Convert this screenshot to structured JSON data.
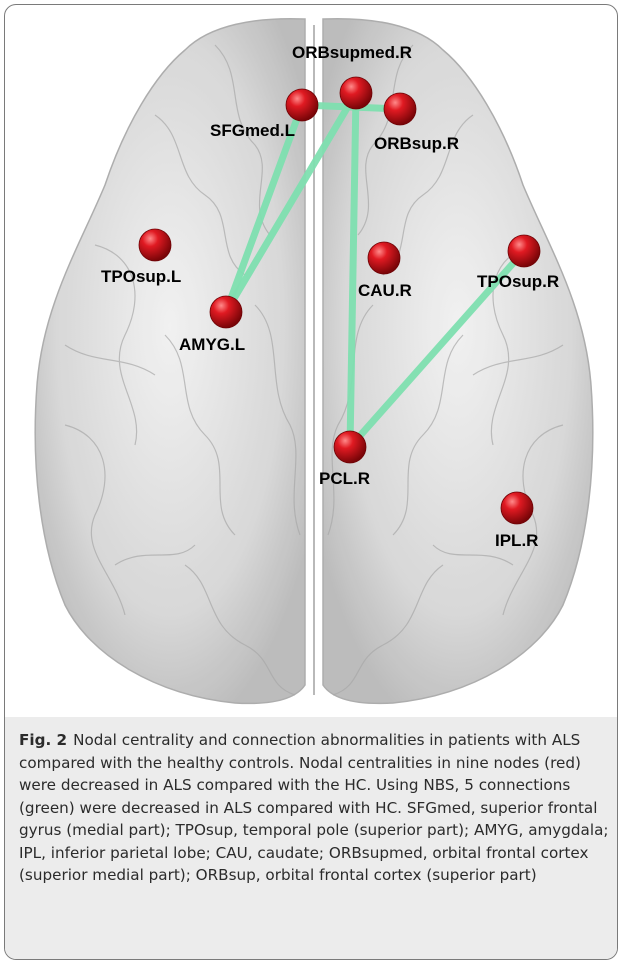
{
  "figure": {
    "nodes": [
      {
        "id": "ORBsupmed.R",
        "label": "ORBsupmed.R"
      },
      {
        "id": "SFGmed.L",
        "label": "SFGmed.L"
      },
      {
        "id": "ORBsup.R",
        "label": "ORBsup.R"
      },
      {
        "id": "TPOsup.L",
        "label": "TPOsup.L"
      },
      {
        "id": "CAU.R",
        "label": "CAU.R"
      },
      {
        "id": "TPOsup.R",
        "label": "TPOsup.R"
      },
      {
        "id": "AMYG.L",
        "label": "AMYG.L"
      },
      {
        "id": "PCL.R",
        "label": "PCL.R"
      },
      {
        "id": "IPL.R",
        "label": "IPL.R"
      }
    ],
    "connections": [
      [
        "SFGmed.L",
        "AMYG.L"
      ],
      [
        "ORBsupmed.R",
        "AMYG.L"
      ],
      [
        "SFGmed.L",
        "ORBsup.R"
      ],
      [
        "ORBsupmed.R",
        "PCL.R"
      ],
      [
        "TPOsup.R",
        "PCL.R"
      ]
    ],
    "colors": {
      "node": "#c0141a",
      "connection": "#7fe0b0",
      "brain": "#c9c9c9"
    }
  },
  "caption": {
    "label": "Fig. 2",
    "text": "Nodal centrality and connection abnormalities in patients with ALS compared with the healthy controls. Nodal centralities in nine nodes (red) were decreased in ALS compared with the HC. Using NBS, 5 connections (green) were decreased in ALS compared with HC. SFGmed, superior frontal gyrus (medial part); TPOsup, temporal pole (superior part); AMYG, amygdala; IPL, inferior parietal lobe; CAU, caudate; ORBsupmed, orbital frontal cortex (superior medial part); ORBsup, orbital frontal cortex (superior part)"
  }
}
